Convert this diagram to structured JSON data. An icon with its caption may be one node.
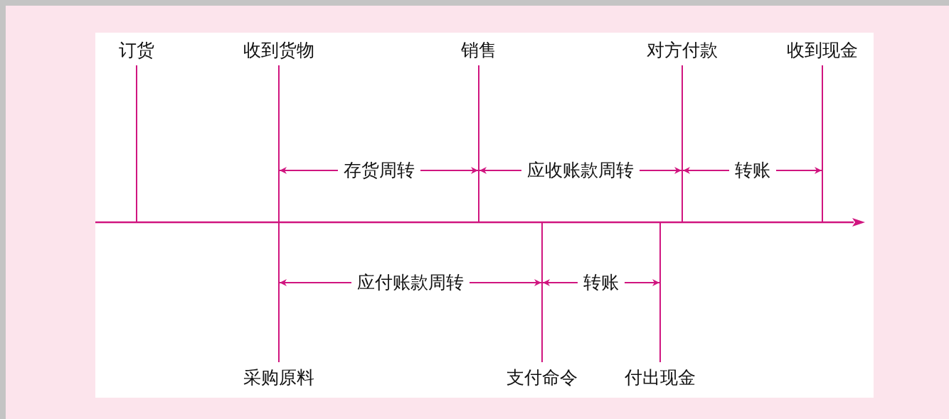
{
  "diagram": {
    "nodes": [
      {
        "text": [],
        "shape": "bar",
        "beside": [
          "订货"
        ]
      },
      {
        "text": [],
        "shape": "bar",
        "beside": [
          "收到货物"
        ]
      },
      {
        "text": [],
        "shape": "bar",
        "beside": [
          "销售"
        ]
      },
      {
        "text": [],
        "shape": "bar",
        "beside": [
          "对方付款"
        ]
      },
      {
        "text": [],
        "shape": "bar",
        "beside": [
          "收到现金"
        ]
      },
      {
        "text": [],
        "shape": "bar",
        "beside": [
          "采购原料"
        ]
      },
      {
        "text": [],
        "shape": "bar",
        "beside": [
          "支付命令"
        ]
      },
      {
        "text": [],
        "shape": "bar",
        "beside": [
          "付出现金"
        ]
      }
    ],
    "edges": [
      {
        "from": 1,
        "to": 2,
        "arrow": "both",
        "label": "存货周转"
      },
      {
        "from": 2,
        "to": 3,
        "arrow": "both",
        "label": "应收账款周转"
      },
      {
        "from": 3,
        "to": 4,
        "arrow": "both",
        "label": "转账"
      },
      {
        "from": 5,
        "to": 6,
        "arrow": "both",
        "label": "应付账款周转"
      },
      {
        "from": 6,
        "to": 7,
        "arrow": "both",
        "label": "转账"
      }
    ]
  }
}
